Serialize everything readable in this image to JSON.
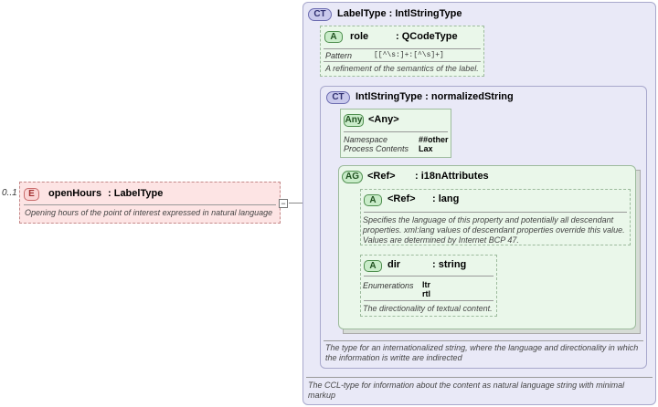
{
  "element": {
    "cardinality": "0..1",
    "badge": "E",
    "name": "openHours",
    "type": ": LabelType",
    "doc": "Opening hours of the point of interest expressed in natural language"
  },
  "outer_type": {
    "badge": "CT",
    "title": "LabelType : IntlStringType",
    "doc": "The CCL-type for information about the content as natural language string with minimal markup"
  },
  "role_attr": {
    "badge": "A",
    "name": "role",
    "type": ": QCodeType",
    "pattern_label": "Pattern",
    "pattern_value": "[[^\\s:]+:[^\\s]+]",
    "doc": "A refinement of the semantics of the label."
  },
  "intl_type": {
    "badge": "CT",
    "title": "IntlStringType : normalizedString",
    "doc": "The type for an internationalized string, where the language and directionality in which the information is writte are indirected"
  },
  "any": {
    "badge": "Any",
    "name": "<Any>",
    "ns_label": "Namespace",
    "ns_value": "##other",
    "pc_label": "Process Contents",
    "pc_value": "Lax"
  },
  "ag": {
    "badge": "AG",
    "ref": "<Ref>",
    "name": ": i18nAttributes"
  },
  "lang_attr": {
    "badge": "A",
    "ref": "<Ref>",
    "name": ": lang",
    "doc": "Specifies the language of this property and potentially all descendant properties. xml:lang values of descendant properties override this value. Values are determined by Internet BCP 47."
  },
  "dir_attr": {
    "badge": "A",
    "name": "dir",
    "type": ": string",
    "enum_label": "Enumerations",
    "enum_values": [
      "ltr",
      "rtl"
    ],
    "doc": "The directionality of textual content."
  },
  "colors": {
    "element_bg": "#fde4e4",
    "ct_bg": "#e9e9f7",
    "attr_bg": "#eaf7ea"
  }
}
